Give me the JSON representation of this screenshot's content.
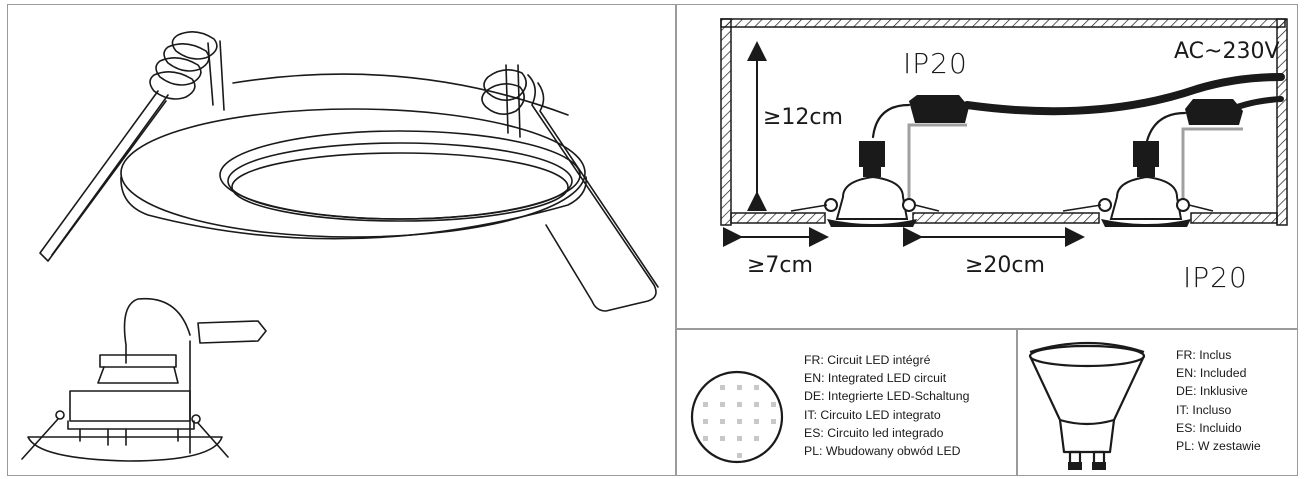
{
  "installation": {
    "ip_top": "IP20",
    "ip_bottom": "IP20",
    "voltage": "AC~230V",
    "height_min": "≥12cm",
    "edge_distance": "≥7cm",
    "spacing": "≥20cm"
  },
  "led_circuit": {
    "lines": [
      "FR: Circuit LED intégré",
      "EN: Integrated LED circuit",
      "DE: Integrierte LED-Schaltung",
      "IT: Circuito LED integrato",
      "ES: Circuito led integrado",
      "PL: Wbudowany obwód LED"
    ]
  },
  "bulb": {
    "lines": [
      "FR: Inclus",
      "EN: Included",
      "DE: Inklusive",
      "IT: Incluso",
      "ES: Incluido",
      "PL: W zestawie"
    ]
  },
  "colors": {
    "line": "#1a1a1a",
    "border": "#9a9a9a",
    "gray_wire": "#a0a0a0",
    "led_dot": "#c8c8c8"
  }
}
